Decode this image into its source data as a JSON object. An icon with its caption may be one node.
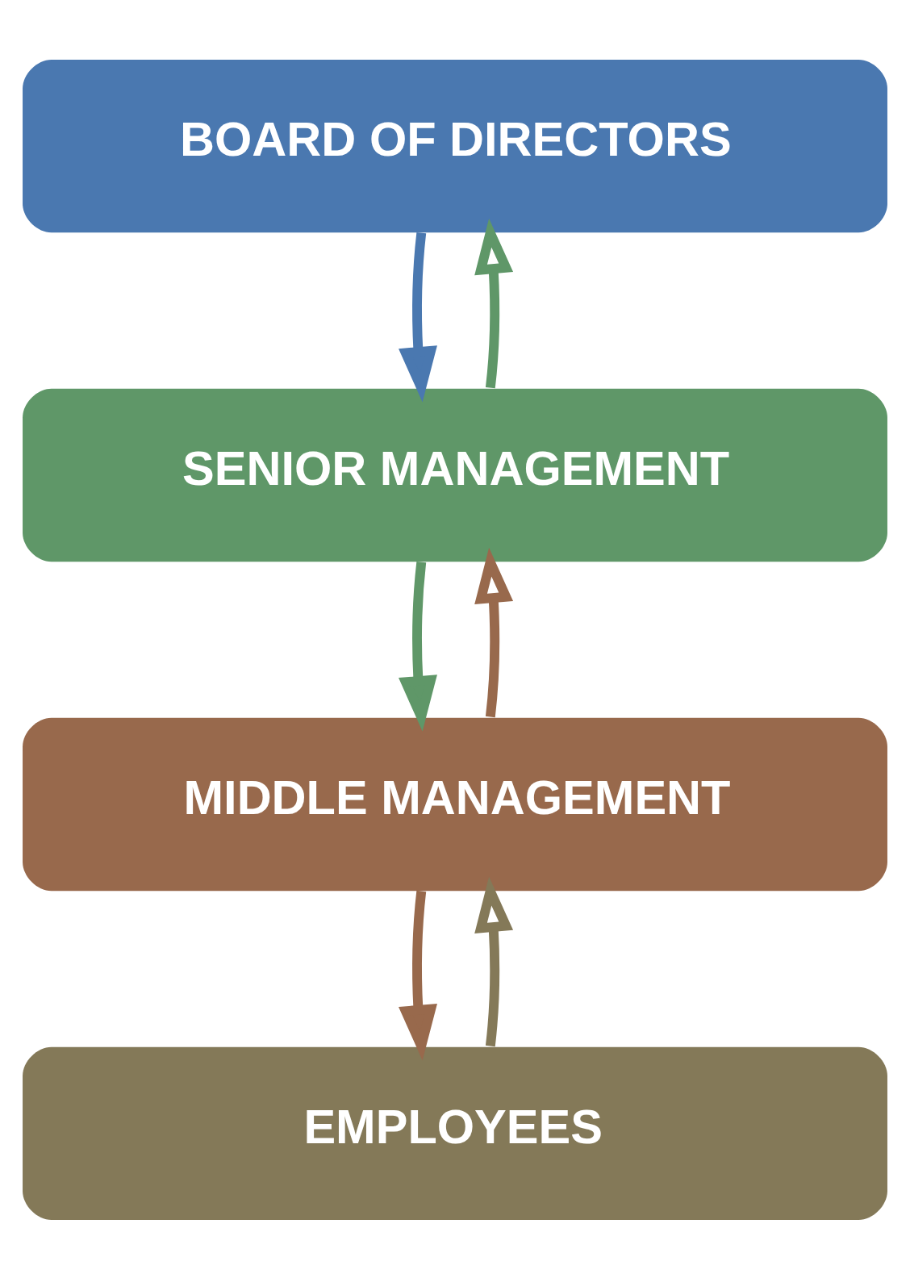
{
  "diagram": {
    "nodes": [
      {
        "text": [
          "BOARD OF DIRECTORS"
        ]
      },
      {
        "text": [
          "SENIOR MANAGEMENT"
        ]
      },
      {
        "text": [
          "MIDDLE MANAGEMENT"
        ]
      },
      {
        "text": [
          "EMPLOYEES"
        ]
      }
    ],
    "edges": [
      {
        "from": 0,
        "to": 1,
        "arrow": "to",
        "color": "#4a78b0"
      },
      {
        "from": 1,
        "to": 0,
        "arrow": "to",
        "color": "#5f9768"
      },
      {
        "from": 1,
        "to": 2,
        "arrow": "to",
        "color": "#5f9768"
      },
      {
        "from": 2,
        "to": 1,
        "arrow": "to",
        "color": "#98694c"
      },
      {
        "from": 2,
        "to": 3,
        "arrow": "to",
        "color": "#98694c"
      },
      {
        "from": 3,
        "to": 2,
        "arrow": "to",
        "color": "#847958"
      }
    ]
  }
}
